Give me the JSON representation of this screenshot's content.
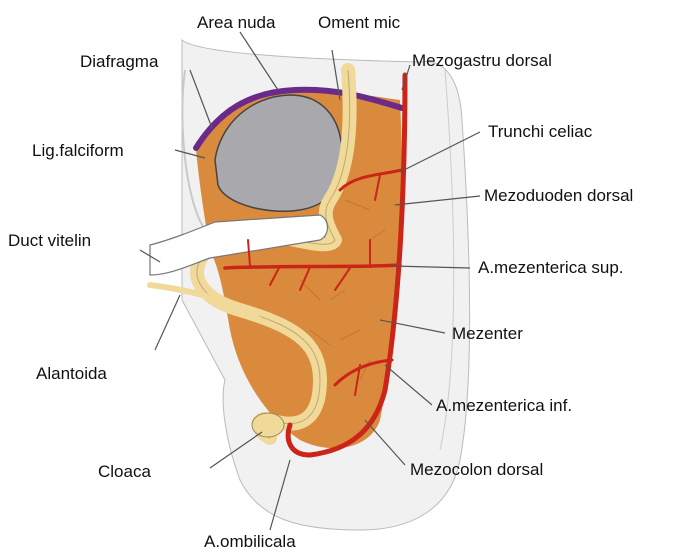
{
  "labels": {
    "area_nuda": "Area nuda",
    "oment_mic": "Oment mic",
    "diafragma": "Diafragma",
    "mezogastru_dorsal": "Mezogastru dorsal",
    "lig_falciform": "Lig.falciform",
    "trunchi_celiac": "Trunchi celiac",
    "mezoduoden_dorsal": "Mezoduoden dorsal",
    "duct_vitelin": "Duct vitelin",
    "a_mezenterica_sup": "A.mezenterica sup.",
    "mezenter": "Mezenter",
    "alantoida": "Alantoida",
    "a_mezenterica_inf": "A.mezenterica inf.",
    "cloaca": "Cloaca",
    "mezocolon_dorsal": "Mezocolon dorsal",
    "a_ombilicala": "A.ombilicala"
  },
  "colors": {
    "mesentery": "#d98a3c",
    "gut_tube": "#f0d999",
    "liver": "#a9a9ad",
    "artery": "#cc2418",
    "diaphragm": "#6a2a8a",
    "body_wall": "#f0f0f0"
  }
}
